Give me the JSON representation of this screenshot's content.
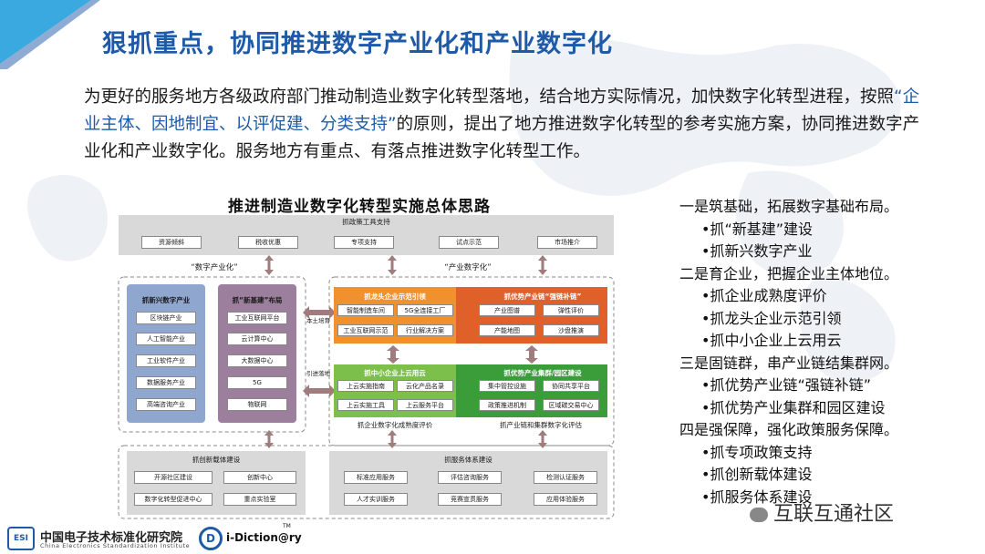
{
  "title": "狠抓重点，协同推进数字产业化和产业数字化",
  "intro": {
    "part1": "为更好的服务地方各级政府部门推动制造业数字化转型落地，结合地方实际情况，加快数字化转型进程，按照",
    "highlight": "“企业主体、因地制宜、以评促建、分类支持”",
    "part2": "的原则，提出了地方推进数字化转型的参考实施方案，协同推进数字产业化和产业数字化。服务地方有重点、有落点推进数字化转型工作。"
  },
  "diagram": {
    "title": "推进制造业数字化转型实施总体思路",
    "policy": {
      "header": "抓政策工具支持",
      "items": [
        "资源倾斜",
        "税收优惠",
        "专项支持",
        "试点示范",
        "市场推介"
      ]
    },
    "digital_industrialization": "“数字产业化”",
    "industrial_digitalization": "“产业数字化”",
    "new_industry": {
      "header": "抓新兴数字产业",
      "items": [
        "区块链产业",
        "人工智能产业",
        "工业软件产业",
        "数据服务产业",
        "高端咨询产业"
      ]
    },
    "new_infra": {
      "header": "抓“新基建”布局",
      "items": [
        "工业互联网平台",
        "云计算中心",
        "大数据中心",
        "5G",
        "物联网"
      ]
    },
    "link_top": "本土培育",
    "link_bottom": "引进落地",
    "leader": {
      "header": "抓龙头企业示范引领",
      "items": [
        "智能制造车间",
        "5G全连接工厂",
        "工业互联网示范",
        "行业解决方案"
      ]
    },
    "chain": {
      "header": "抓优势产业链“强链补链”",
      "items": [
        "产业图谱",
        "弹性评价",
        "产能地图",
        "沙盘推演"
      ]
    },
    "sme": {
      "header": "抓中小企业上云用云",
      "items": [
        "上云实施指南",
        "云化产品名录",
        "上云实施工具",
        "上云服务平台"
      ]
    },
    "cluster": {
      "header": "抓优势产业集群/园区建设",
      "items": [
        "集中管控设施",
        "协同共享平台",
        "政策推进机制",
        "区域碳交易中心"
      ]
    },
    "sme_footer": "抓企业数字化成熟度评价",
    "cluster_footer": "抓产业链和集群数字化评估",
    "carrier": {
      "header": "抓创新载体建设",
      "items": [
        "开源社区建设",
        "创新中心",
        "数字化转型促进中心",
        "重点实验室"
      ]
    },
    "service": {
      "header": "抓服务体系建设",
      "items": [
        "标准应用服务",
        "评估咨询服务",
        "检测认证服务",
        "人才实训服务",
        "竞赛宣贯服务",
        "应用体验服务"
      ]
    }
  },
  "summary": [
    {
      "type": "main",
      "text": "一是筑基础，拓展数字基础布局。"
    },
    {
      "type": "sub",
      "text": "•抓“新基建”建设"
    },
    {
      "type": "sub",
      "text": "•抓新兴数字产业"
    },
    {
      "type": "main",
      "text": "二是育企业，把握企业主体地位。"
    },
    {
      "type": "sub",
      "text": "•抓企业成熟度评价"
    },
    {
      "type": "sub",
      "text": "•抓龙头企业示范引领"
    },
    {
      "type": "sub",
      "text": "•抓中小企业上云用云"
    },
    {
      "type": "main",
      "text": "三是固链群，串产业链结集群网。"
    },
    {
      "type": "sub",
      "text": "•抓优势产业链“强链补链”"
    },
    {
      "type": "sub",
      "text": "•抓优势产业集群和园区建设"
    },
    {
      "type": "main",
      "text": "四是强保障，强化政策服务保障。"
    },
    {
      "type": "sub",
      "text": "•抓专项政策支持"
    },
    {
      "type": "sub",
      "text": "•抓创新载体建设"
    },
    {
      "type": "sub",
      "text": "•抓服务体系建设"
    }
  ],
  "footer": {
    "org_logo": "ESI",
    "org_cn": "中国电子技术标准化研究院",
    "org_en": "China Electronics Standardization Institute",
    "brand_logo": "D",
    "brand": "i-Diction@ry",
    "tm": "TM"
  },
  "watermark": "互联互通社区",
  "colors": {
    "title": "#1e5aa8",
    "accent_triangle": "#3aa9e0",
    "blue_panel": "#8fa6cf",
    "purple_panel": "#9c7f9c",
    "orange_panel": "#f0912e",
    "red_panel": "#e0602a",
    "green_panel": "#7cbf4a",
    "dark_green_panel": "#3a9d3a",
    "gray_panel": "#d9d9d9"
  }
}
